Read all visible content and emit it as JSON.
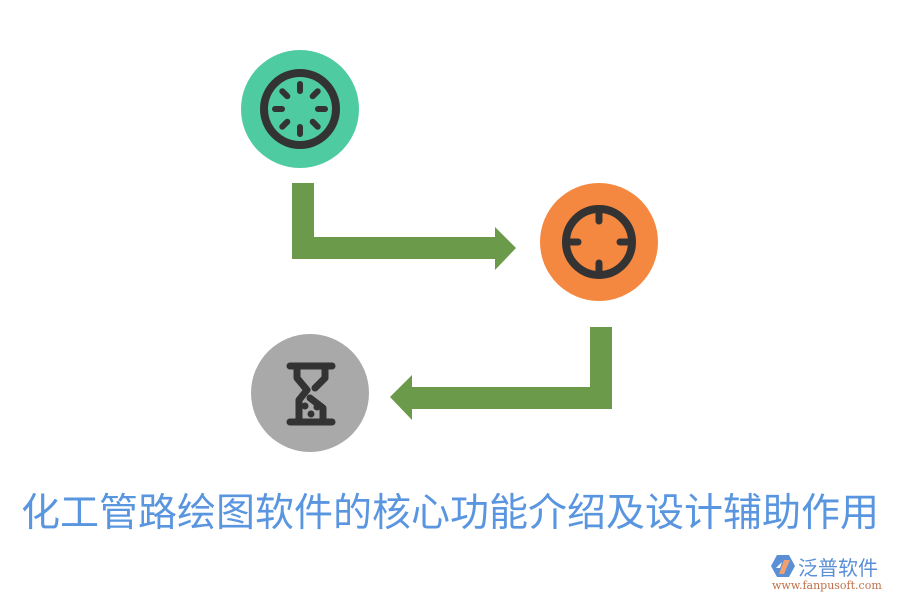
{
  "colors": {
    "background": "#ffffff",
    "step1_circle": "#4ecba0",
    "step2_circle": "#f58840",
    "step3_circle": "#a9a9a9",
    "icon_stroke": "#333333",
    "arrow": "#6a9a4a",
    "title": "#5a96e0"
  },
  "steps": [
    {
      "icon": "loading-spinner-icon",
      "color": "#4ecba0"
    },
    {
      "icon": "crosshair-target-icon",
      "color": "#f58840"
    },
    {
      "icon": "hourglass-icon",
      "color": "#a9a9a9"
    }
  ],
  "arrows": [
    {
      "from": "step1",
      "to": "step2",
      "direction": "down-right"
    },
    {
      "from": "step2",
      "to": "step3",
      "direction": "down-left"
    }
  ],
  "title": "化工管路绘图软件的核心功能介绍及设计辅助作用",
  "watermark": {
    "brand": "泛普软件",
    "url": "www.fanpusoft.com"
  }
}
